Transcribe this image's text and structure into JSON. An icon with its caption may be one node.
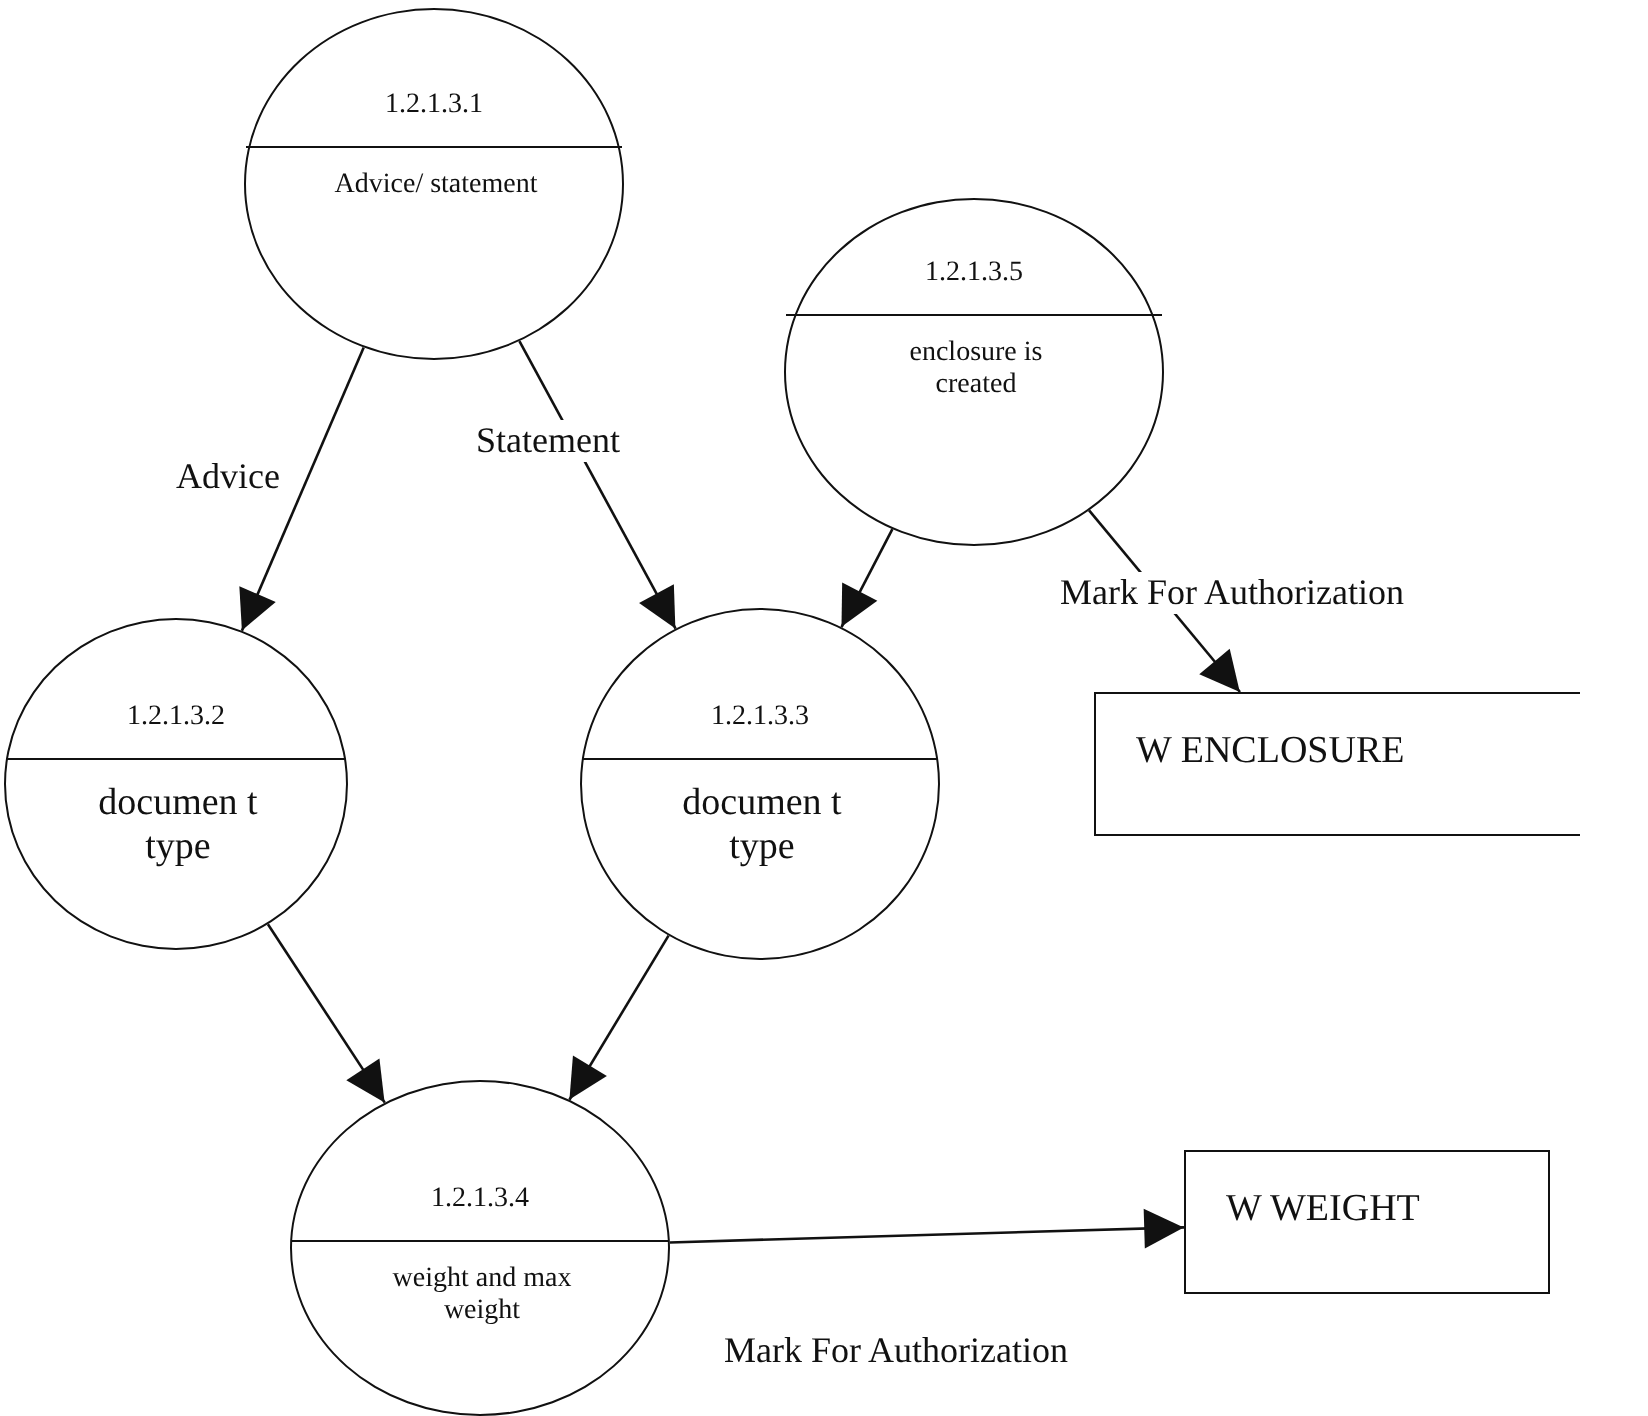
{
  "diagram": {
    "nodes": [
      {
        "text": [
          "1.2.1.3.1",
          "Advice/ statement"
        ]
      },
      {
        "text": [
          "1.2.1.3.5",
          "enclosure is created"
        ]
      },
      {
        "text": [
          "1.2.1.3.2",
          "documen t type"
        ]
      },
      {
        "text": [
          "1.2.1.3.3",
          "documen t type"
        ]
      },
      {
        "text": [
          "W  ENCLOSURE"
        ]
      },
      {
        "text": [
          "1.2.1.3.4",
          "weight and max weight"
        ]
      },
      {
        "text": [
          "W  WEIGHT"
        ]
      }
    ],
    "edges": [
      {
        "from": 0,
        "to": 2,
        "arrow": "to",
        "label": "Advice"
      },
      {
        "from": 0,
        "to": 3,
        "arrow": "to",
        "label": "Statement"
      },
      {
        "from": 1,
        "to": 3,
        "arrow": "to"
      },
      {
        "from": 1,
        "to": 4,
        "arrow": "to",
        "label": "Mark For Authorization"
      },
      {
        "from": 2,
        "to": 5,
        "arrow": "to"
      },
      {
        "from": 3,
        "to": 5,
        "arrow": "to"
      },
      {
        "from": 5,
        "to": 6,
        "arrow": "to",
        "label": "Mark For Authorization"
      }
    ]
  }
}
